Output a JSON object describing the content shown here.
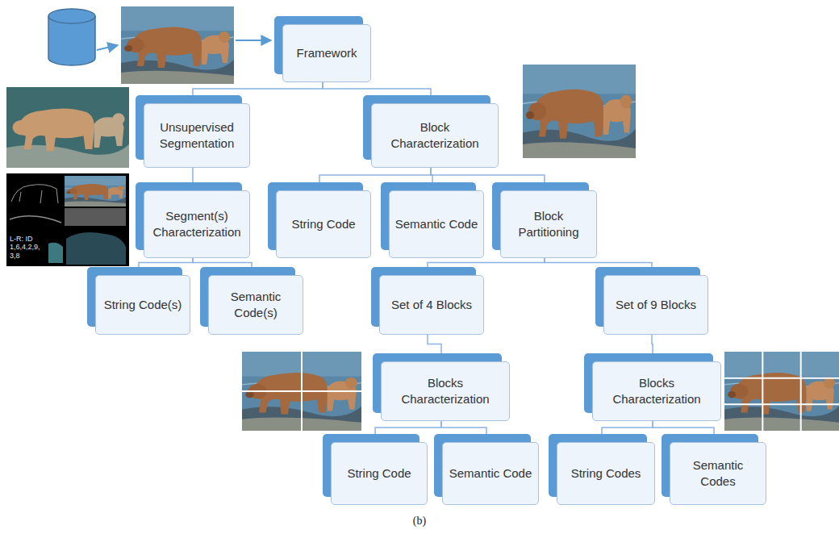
{
  "diagram": {
    "caption": "(b)",
    "nodes": [
      {
        "text": [
          "Framework"
        ]
      },
      {
        "text": [
          "Unsupervised Segmentation"
        ]
      },
      {
        "text": [
          "Block Characterization"
        ]
      },
      {
        "text": [
          "Segment(s) Characterization"
        ]
      },
      {
        "text": [
          "String Code"
        ]
      },
      {
        "text": [
          "Semantic Code"
        ]
      },
      {
        "text": [
          "Block Partitioning"
        ]
      },
      {
        "text": [
          "String Code(s)"
        ]
      },
      {
        "text": [
          "Semantic Code(s)"
        ]
      },
      {
        "text": [
          "Set of 4 Blocks"
        ]
      },
      {
        "text": [
          "Set of 9 Blocks"
        ]
      },
      {
        "text": [
          "Blocks Characterization"
        ]
      },
      {
        "text": [
          "Blocks Characterization"
        ]
      },
      {
        "text": [
          "String Code"
        ]
      },
      {
        "text": [
          "Semantic Code"
        ]
      },
      {
        "text": [
          "String Codes"
        ]
      },
      {
        "text": [
          "Semantic Codes"
        ]
      }
    ],
    "edges": [
      {
        "from": 0,
        "to": 1,
        "arrow": "none"
      },
      {
        "from": 0,
        "to": 2,
        "arrow": "none"
      },
      {
        "from": 1,
        "to": 3,
        "arrow": "none"
      },
      {
        "from": 3,
        "to": 7,
        "arrow": "none"
      },
      {
        "from": 3,
        "to": 8,
        "arrow": "none"
      },
      {
        "from": 2,
        "to": 4,
        "arrow": "none"
      },
      {
        "from": 2,
        "to": 5,
        "arrow": "none"
      },
      {
        "from": 2,
        "to": 6,
        "arrow": "none"
      },
      {
        "from": 6,
        "to": 9,
        "arrow": "none"
      },
      {
        "from": 6,
        "to": 10,
        "arrow": "none"
      },
      {
        "from": 9,
        "to": 11,
        "arrow": "none"
      },
      {
        "from": 10,
        "to": 12,
        "arrow": "none"
      },
      {
        "from": 11,
        "to": 13,
        "arrow": "none"
      },
      {
        "from": 11,
        "to": 14,
        "arrow": "none"
      },
      {
        "from": 12,
        "to": 15,
        "arrow": "none"
      },
      {
        "from": 12,
        "to": 16,
        "arrow": "none"
      }
    ],
    "labels": [
      "L-R: ID 1,6,4,2,9, 3,8"
    ]
  }
}
